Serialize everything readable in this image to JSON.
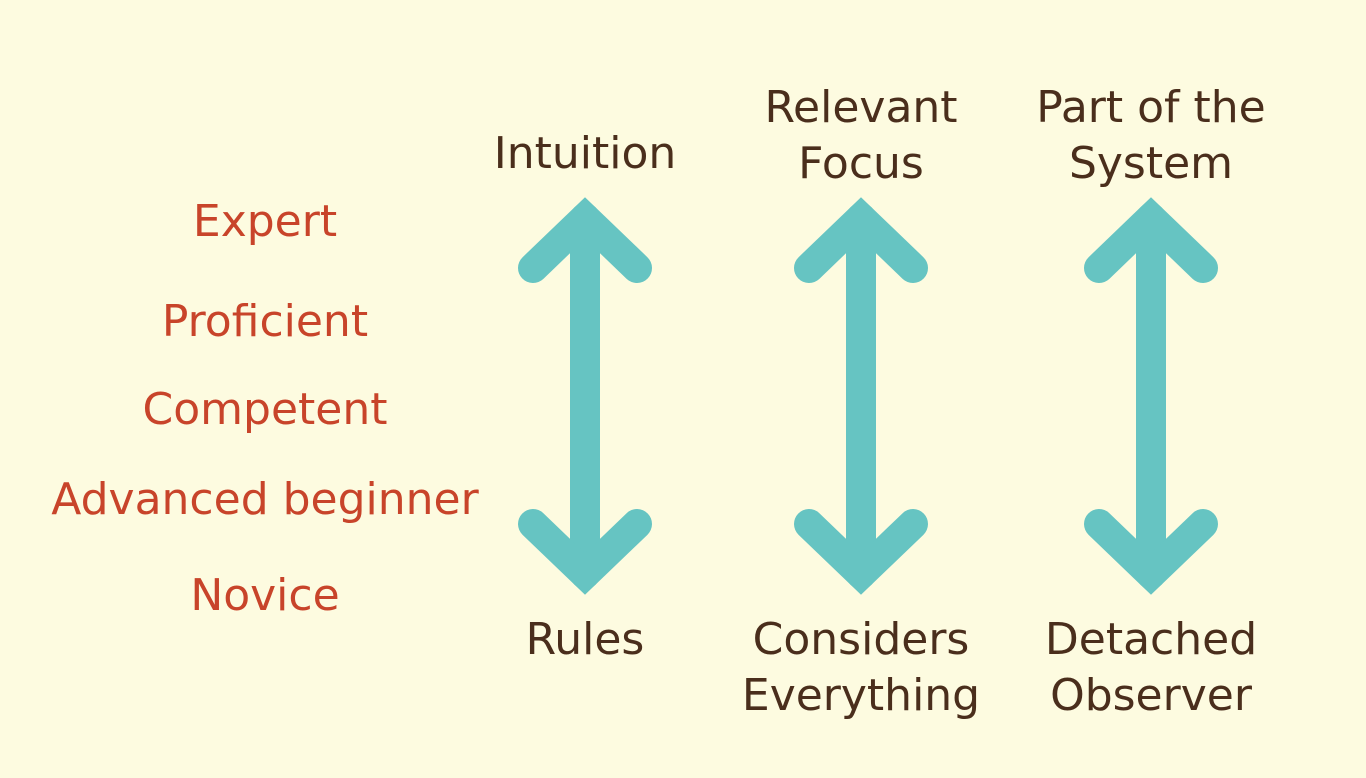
{
  "levels": [
    "Expert",
    "Proficient",
    "Competent",
    "Advanced beginner",
    "Novice"
  ],
  "columns": [
    {
      "top": "Intuition",
      "bottom": "Rules"
    },
    {
      "top": "Relevant\nFocus",
      "bottom": "Considers\nEverything"
    },
    {
      "top": "Part of the\nSystem",
      "bottom": "Detached\nObserver"
    }
  ],
  "colors": {
    "background": "#fdfbe0",
    "levels_text": "#c8442a",
    "label_text": "#4a2e1c",
    "arrow": "#66c4c2"
  },
  "icons": {
    "arrow": "double-headed-vertical-arrow-icon"
  }
}
